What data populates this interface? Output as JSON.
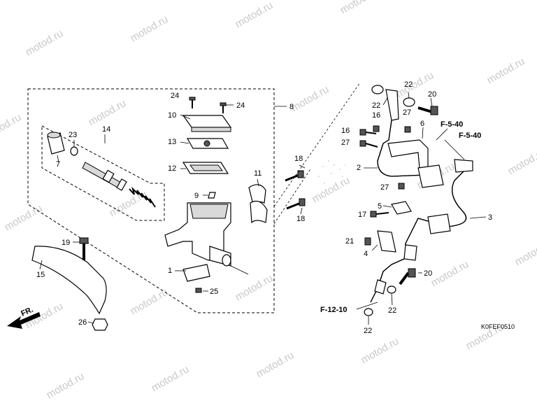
{
  "watermark": "motod.ru",
  "diagram_code": "K0FEF0510",
  "direction_label": "FR.",
  "references": {
    "f540_upper": "F-5-40",
    "f540_lower": "F-5-40",
    "f1210": "F-12-10"
  },
  "callouts": {
    "c1": "1",
    "c2": "2",
    "c3": "3",
    "c4": "4",
    "c5": "5",
    "c6": "6",
    "c7": "7",
    "c8": "8",
    "c9": "9",
    "c10": "10",
    "c11": "11",
    "c12": "12",
    "c13": "13",
    "c14": "14",
    "c15": "15",
    "c16a": "16",
    "c16b": "16",
    "c17": "17",
    "c18a": "18",
    "c18b": "18",
    "c19": "19",
    "c20a": "20",
    "c20b": "20",
    "c21": "21",
    "c22a": "22",
    "c22b": "22",
    "c22c": "22",
    "c22d": "22",
    "c23": "23",
    "c24a": "24",
    "c24b": "24",
    "c25": "25",
    "c26": "26",
    "c27a": "27",
    "c27b": "27",
    "c27c": "27"
  },
  "colors": {
    "line": "#000000",
    "watermark": "#c9c9c9",
    "background": "#ffffff"
  }
}
